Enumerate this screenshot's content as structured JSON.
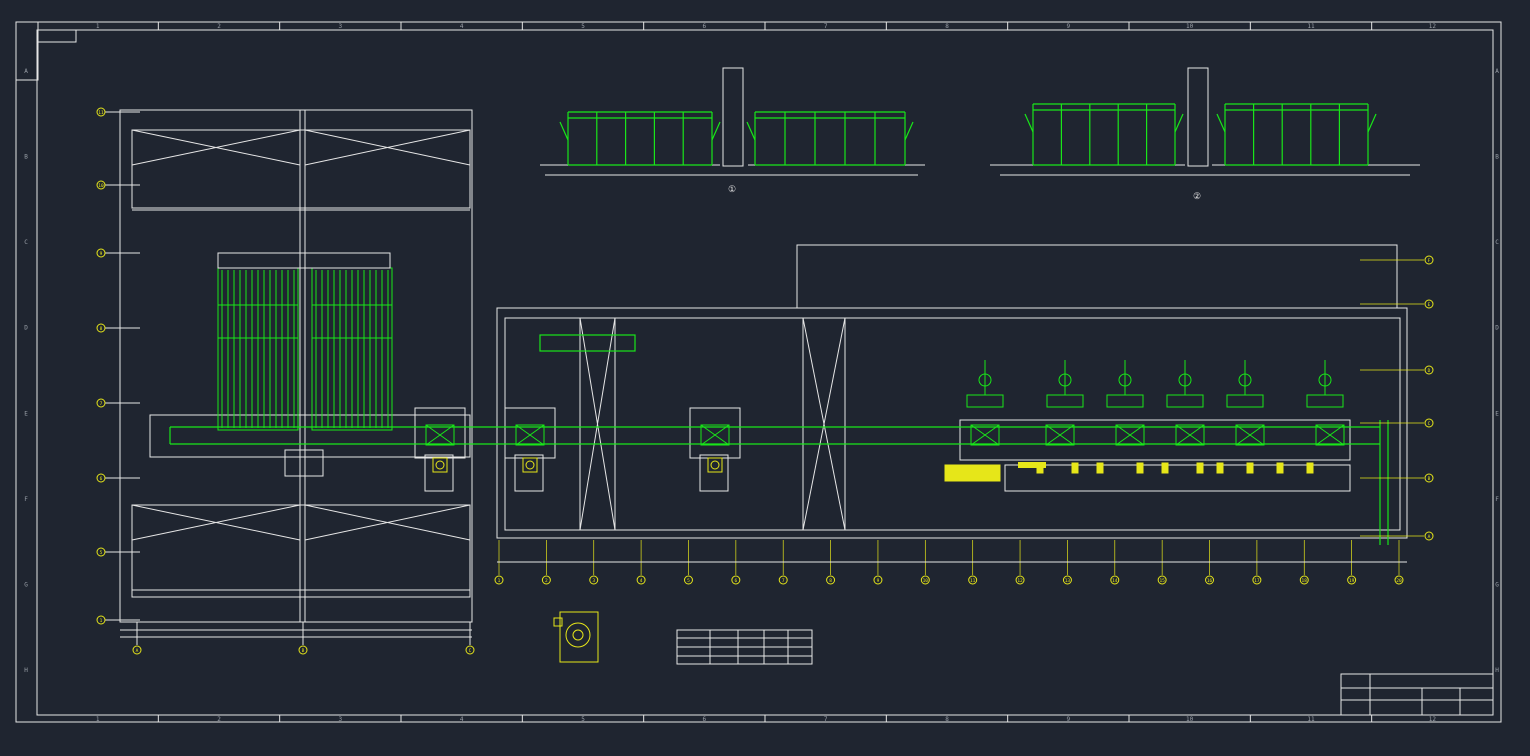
{
  "colors": {
    "background": "#1f2530",
    "line": "#e6e6e6",
    "green": "#19e619",
    "yellow": "#e6e619",
    "dim": "#9aa0a8"
  },
  "frame": {
    "column_labels": [
      "1",
      "2",
      "3",
      "4",
      "5",
      "6",
      "7",
      "8",
      "9",
      "10",
      "11",
      "12"
    ],
    "row_labels": [
      "A",
      "B",
      "C",
      "D",
      "E",
      "F",
      "G",
      "H"
    ]
  },
  "plan": {
    "left_axes": [
      "11",
      "10",
      "9",
      "8",
      "7",
      "6",
      "5",
      "1"
    ],
    "left_bottom_axes": [
      "A",
      "B",
      "C"
    ],
    "bottom_axes": [
      "1",
      "2",
      "3",
      "4",
      "5",
      "6",
      "7",
      "8",
      "9",
      "10",
      "11",
      "12",
      "13",
      "14",
      "15",
      "16",
      "17",
      "18",
      "19",
      "20"
    ],
    "right_axes": [
      "F",
      "E",
      "D",
      "C",
      "B",
      "A"
    ]
  },
  "sections": {
    "left_marker": "①",
    "right_marker": "②"
  }
}
